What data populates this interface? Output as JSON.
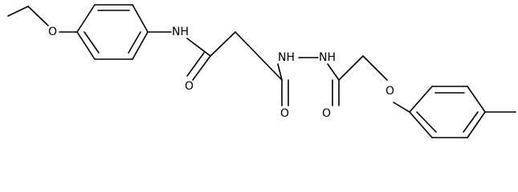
{
  "molecule": {
    "atom_labels": {
      "ethoxy_oxygen": "O",
      "amide_nitrogen": "NH",
      "amide_oxygen_left": "O",
      "hydrazide_nitrogen_1": "NH",
      "hydrazide_nitrogen_2": "NH",
      "hydrazide_oxygen": "O",
      "acyl_oxygen_right": "O",
      "ether_oxygen": "O"
    }
  }
}
